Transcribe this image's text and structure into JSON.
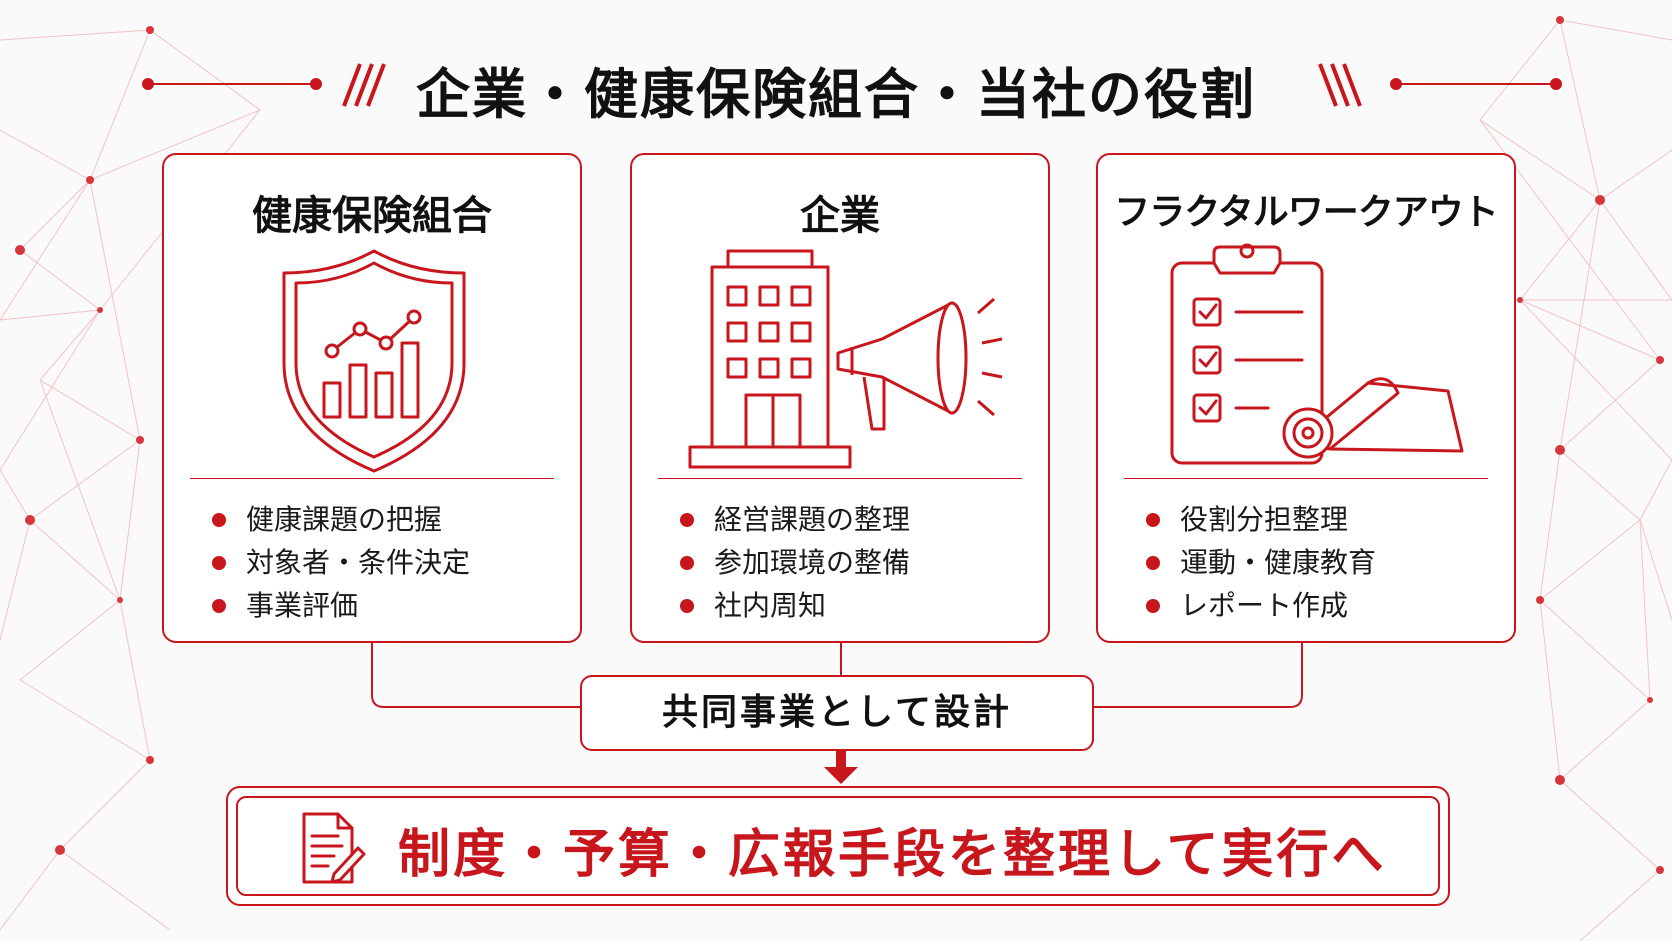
{
  "title": "企業・健康保険組合・当社の役割",
  "colors": {
    "accent": "#c8161d",
    "text": "#111111",
    "background": "#fafafa"
  },
  "cards": [
    {
      "title": "健康保険組合",
      "icon": "shield-chart-icon",
      "items": [
        "健康課題の把握",
        "対象者・条件決定",
        "事業評価"
      ]
    },
    {
      "title": "企業",
      "icon": "building-megaphone-icon",
      "items": [
        "経営課題の整理",
        "参加環境の整備",
        "社内周知"
      ]
    },
    {
      "title": "フラクタルワークアウト",
      "icon": "clipboard-mat-icon",
      "items": [
        "役割分担整理",
        "運動・健康教育",
        "レポート作成"
      ]
    }
  ],
  "joint": {
    "label": "共同事業として設計"
  },
  "result": {
    "label": "制度・予算・広報手段を整理して実行へ",
    "icon": "document-pen-icon"
  }
}
